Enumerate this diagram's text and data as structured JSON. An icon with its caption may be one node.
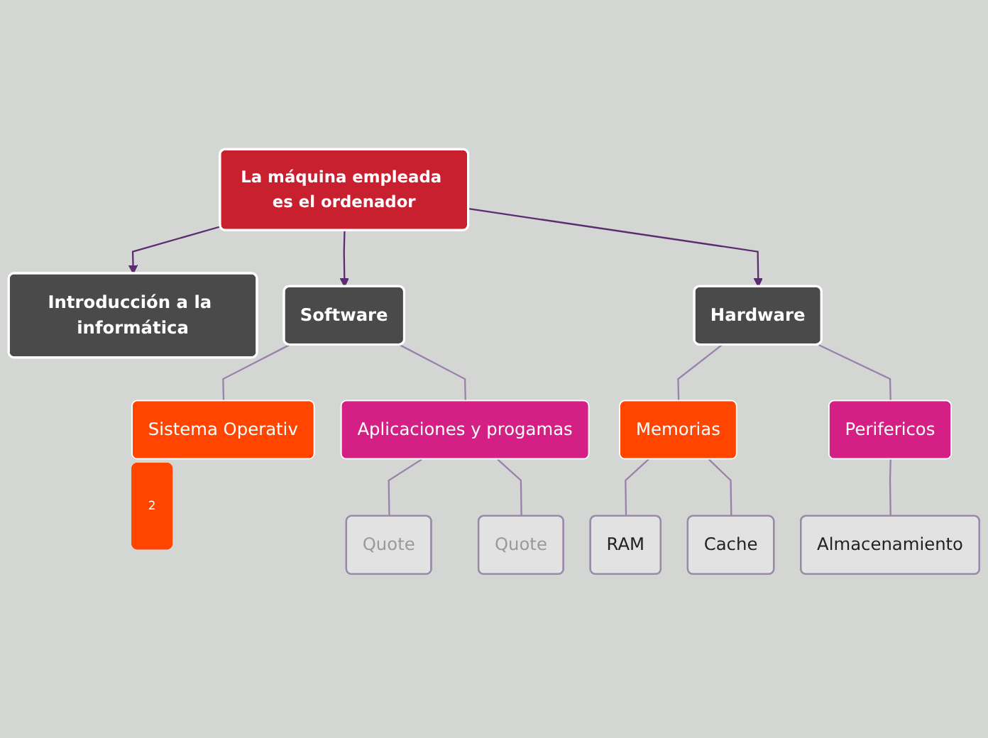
{
  "diagram": {
    "nodes": [
      {
        "text": [
          "La máquina empleada es el ordenador"
        ]
      },
      {
        "text": [
          "Introducción a la informática"
        ]
      },
      {
        "text": [
          "Software"
        ]
      },
      {
        "text": [
          "Hardware"
        ]
      },
      {
        "text": [
          "Sistema Operativ"
        ],
        "beside": [
          "2"
        ]
      },
      {
        "text": [
          "Aplicaciones y progamas"
        ]
      },
      {
        "text": [
          "Quote"
        ]
      },
      {
        "text": [
          "Quote"
        ]
      },
      {
        "text": [
          "Memorias"
        ]
      },
      {
        "text": [
          "Perifericos"
        ]
      },
      {
        "text": [
          "RAM"
        ]
      },
      {
        "text": [
          "Cache"
        ]
      },
      {
        "text": [
          "Almacenamiento"
        ]
      }
    ],
    "edges": [
      {
        "from": 0,
        "to": 1,
        "arrow": "to",
        "color": "#5b2c6f"
      },
      {
        "from": 0,
        "to": 2,
        "arrow": "to",
        "color": "#5b2c6f"
      },
      {
        "from": 0,
        "to": 3,
        "arrow": "to",
        "color": "#5b2c6f"
      },
      {
        "from": 2,
        "to": 4,
        "arrow": "none"
      },
      {
        "from": 2,
        "to": 5,
        "arrow": "none"
      },
      {
        "from": 5,
        "to": 6,
        "arrow": "none"
      },
      {
        "from": 5,
        "to": 7,
        "arrow": "none"
      },
      {
        "from": 3,
        "to": 8,
        "arrow": "none"
      },
      {
        "from": 3,
        "to": 9,
        "arrow": "none"
      },
      {
        "from": 8,
        "to": 10,
        "arrow": "none"
      },
      {
        "from": 8,
        "to": 11,
        "arrow": "none"
      },
      {
        "from": 9,
        "to": 12,
        "arrow": "none"
      }
    ]
  }
}
